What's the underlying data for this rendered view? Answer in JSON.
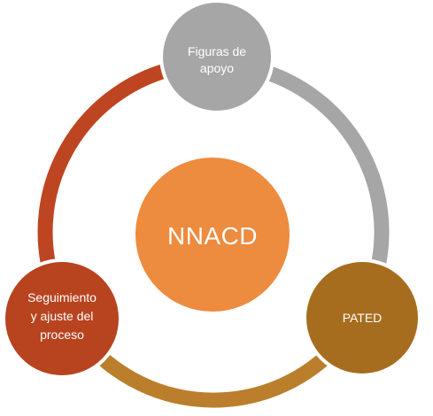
{
  "diagram": {
    "center": {
      "label": "NNACD",
      "color": "#ED8B3F"
    },
    "nodes": [
      {
        "id": "figuras",
        "lines": [
          "Figuras de",
          "apoyo"
        ],
        "color": "#A6A6A6"
      },
      {
        "id": "pated",
        "lines": [
          "PATED"
        ],
        "color": "#A66D1F"
      },
      {
        "id": "seguimiento",
        "lines": [
          "Seguimiento",
          "y ajuste del",
          "proceso"
        ],
        "color": "#B7431F"
      }
    ],
    "arcs": [
      {
        "from": "figuras",
        "to": "pated",
        "color": "#A6A6A6"
      },
      {
        "from": "pated",
        "to": "seguimiento",
        "color": "#BA7E2C"
      },
      {
        "from": "seguimiento",
        "to": "figuras",
        "color": "#BE4522"
      }
    ]
  }
}
